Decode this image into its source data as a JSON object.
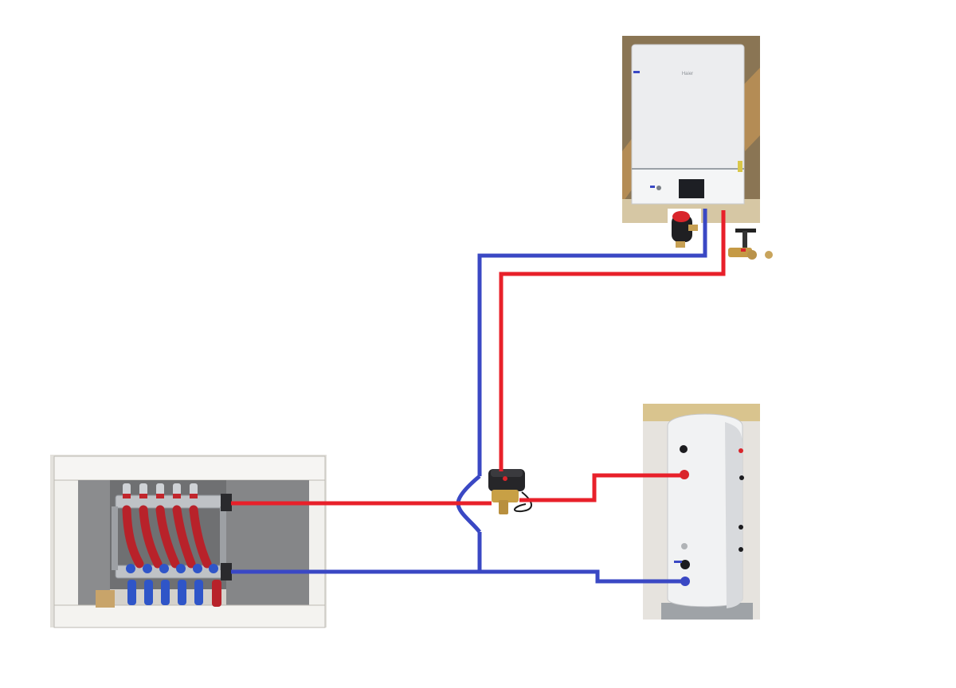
{
  "diagram": {
    "title": "",
    "components": [
      {
        "id": "boiler",
        "kind": "wall-mounted-boiler",
        "brand_mark": "Haier"
      },
      {
        "id": "magnetic-filter",
        "kind": "inline-filter"
      },
      {
        "id": "isolation-valve",
        "kind": "ball-valve"
      },
      {
        "id": "zone-valve",
        "kind": "motorised-3-port-valve"
      },
      {
        "id": "ufh-manifold",
        "kind": "underfloor-heating-manifold-cabinet",
        "loops": 6
      },
      {
        "id": "hot-water-cylinder",
        "kind": "indirect-cylinder"
      }
    ],
    "pipes": [
      {
        "name": "flow",
        "color": "#e8202a"
      },
      {
        "name": "return",
        "color": "#3a48c4"
      }
    ]
  }
}
